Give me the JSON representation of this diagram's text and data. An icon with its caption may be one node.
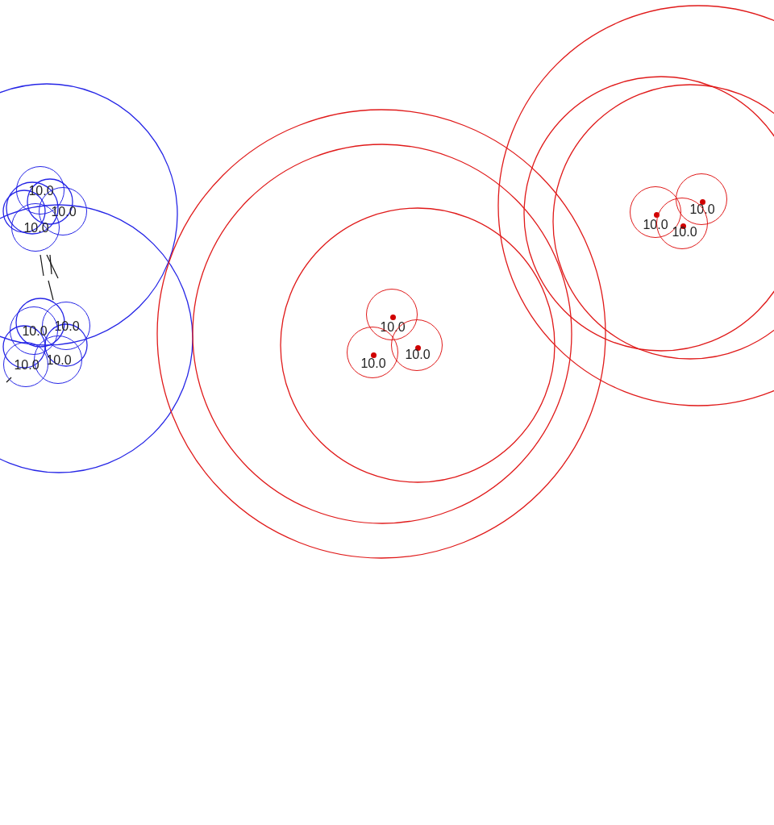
{
  "diagram": {
    "nodes": [
      {
        "text": [
          "10.0"
        ]
      },
      {
        "text": [
          "10.0"
        ]
      },
      {
        "text": [
          "10.0"
        ]
      },
      {
        "text": [
          "10.0"
        ]
      },
      {
        "text": [
          "10.0"
        ]
      },
      {
        "text": [
          "10.0"
        ]
      },
      {
        "text": [
          "10.0"
        ]
      },
      {
        "text": [
          "10.0"
        ]
      },
      {
        "text": [
          "10.0"
        ]
      },
      {
        "text": [
          "10.0"
        ]
      },
      {
        "text": [
          "10.0"
        ]
      },
      {
        "text": [
          "10.0"
        ]
      },
      {
        "text": [
          "10.0"
        ]
      }
    ]
  }
}
